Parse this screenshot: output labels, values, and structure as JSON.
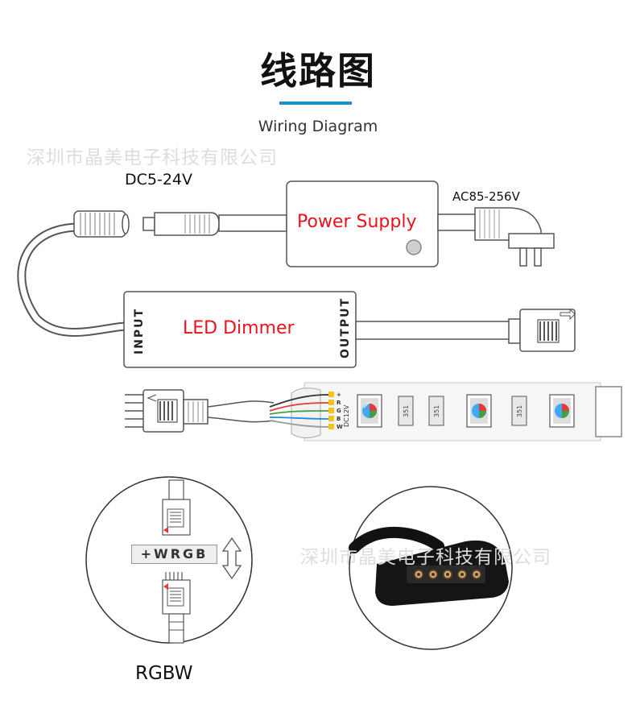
{
  "title": "线路图",
  "subtitle": "Wiring Diagram",
  "watermark": "深圳市晶美电子科技有限公司",
  "power": {
    "dc_label": "DC5-24V",
    "ac_label": "AC85-256V",
    "supply_label": "Power Supply"
  },
  "dimmer": {
    "label": "LED Dimmer",
    "input_label": "INPUT",
    "output_label": "OUTPUT"
  },
  "strip": {
    "pad_labels": [
      "+",
      "R",
      "G",
      "B",
      "W"
    ],
    "voltage_label": "DC12V",
    "resistor_label": "351"
  },
  "connector_detail": {
    "pin_order": "+WRGB",
    "caption": "RGBW"
  },
  "colors": {
    "accent": "#1a8fc4",
    "label_red": "#e8141c",
    "outline": "#555555",
    "wire_red": "#e53935",
    "wire_green": "#43a047",
    "wire_blue": "#1e88e5"
  }
}
